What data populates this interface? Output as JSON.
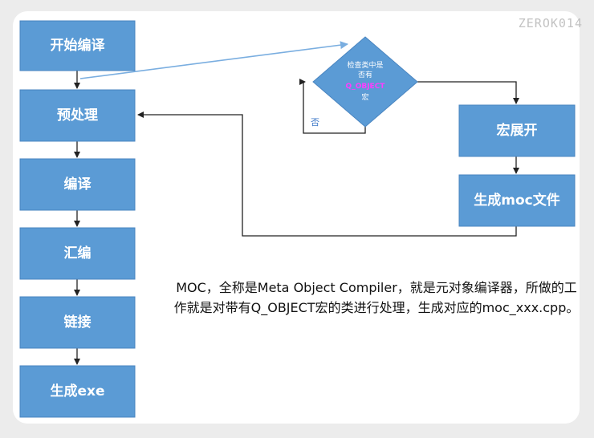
{
  "watermark": "ZEROK014",
  "steps": [
    "开始编译",
    "预处理",
    "编译",
    "汇编",
    "链接",
    "生成exe"
  ],
  "decision": {
    "lines": [
      "检查类中是",
      "否有"
    ],
    "keyword": "Q_OBJECT",
    "tail": "宏"
  },
  "moc_steps": [
    "宏展开",
    "生成moc文件"
  ],
  "edge_no": "否",
  "description": "MOC，全称是Meta Object Compiler，就是元对象编译器，所做的工作就是对带有Q_OBJECT宏的类进行处理，生成对应的moc_xxx.cpp。",
  "colors": {
    "box_fill": "#5b9bd5",
    "box_stroke": "#4a85c0",
    "line": "#222222",
    "arrow_blue": "#7aaee0",
    "keyword": "#ff3dff"
  }
}
